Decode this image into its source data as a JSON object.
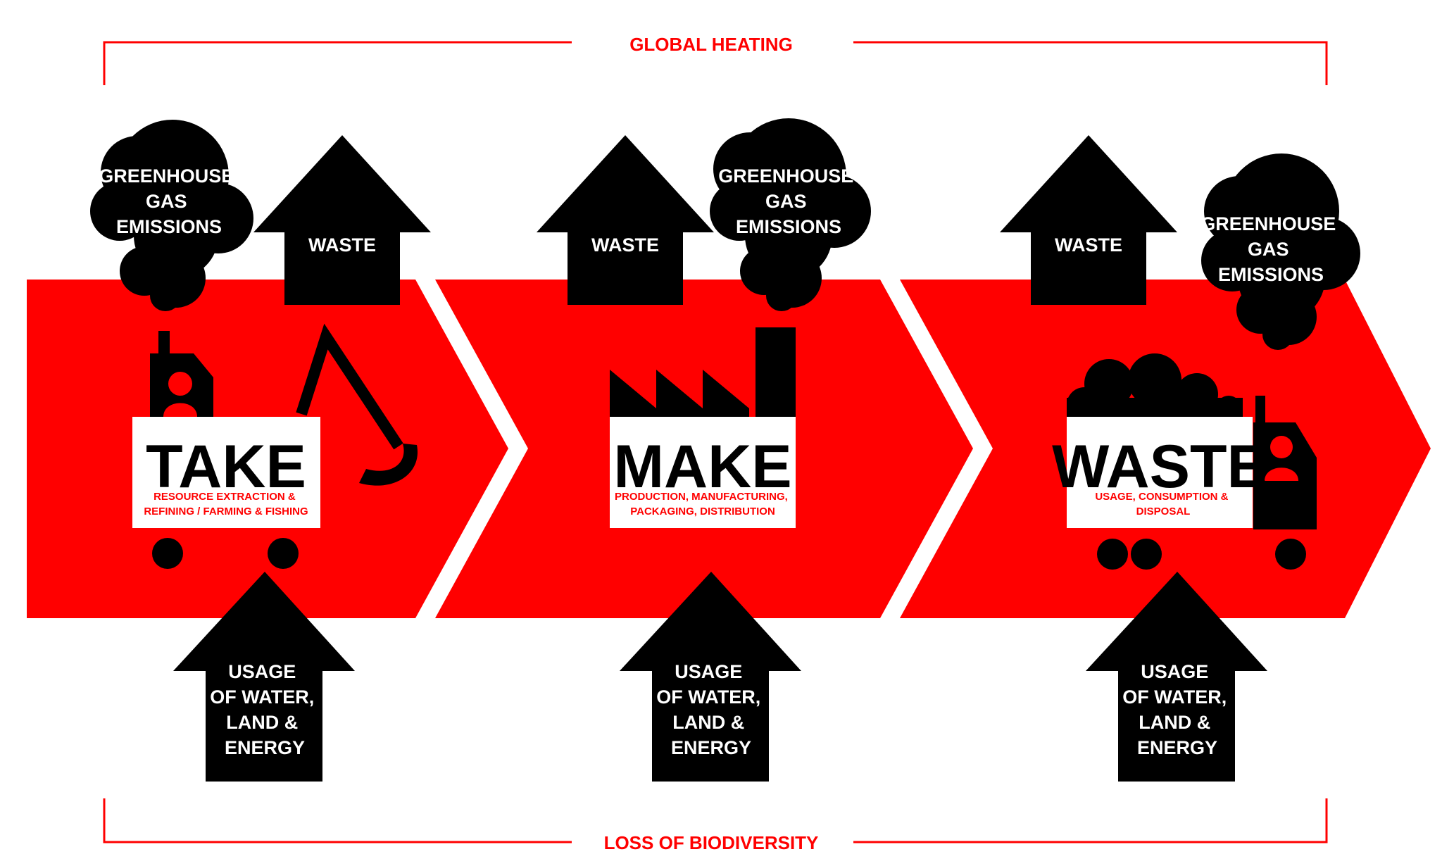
{
  "top_label": "GLOBAL HEATING",
  "bottom_label": "LOSS OF BIODIVERSITY",
  "colors": {
    "accent": "#ff0000",
    "ink": "#000000",
    "paper": "#ffffff"
  },
  "stages": [
    {
      "title": "TAKE",
      "subtitle": [
        "RESOURCE EXTRACTION &",
        "REFINING / FARMING & FISHING"
      ],
      "icon": "excavator-icon",
      "emissions": [
        "GREENHOUSE",
        "GAS",
        "EMISSIONS"
      ],
      "waste": "WASTE",
      "usage": [
        "USAGE",
        "OF WATER,",
        "LAND &",
        "ENERGY"
      ]
    },
    {
      "title": "MAKE",
      "subtitle": [
        "PRODUCTION, MANUFACTURING,",
        "PACKAGING, DISTRIBUTION"
      ],
      "icon": "factory-icon",
      "emissions": [
        "GREENHOUSE",
        "GAS",
        "EMISSIONS"
      ],
      "waste": "WASTE",
      "usage": [
        "USAGE",
        "OF WATER,",
        "LAND &",
        "ENERGY"
      ]
    },
    {
      "title": "WASTE",
      "subtitle": [
        "USAGE, CONSUMPTION &",
        "DISPOSAL"
      ],
      "icon": "garbage-truck-icon",
      "emissions": [
        "GREENHOUSE",
        "GAS",
        "EMISSIONS"
      ],
      "waste": "WASTE",
      "usage": [
        "USAGE",
        "OF WATER,",
        "LAND &",
        "ENERGY"
      ]
    }
  ]
}
